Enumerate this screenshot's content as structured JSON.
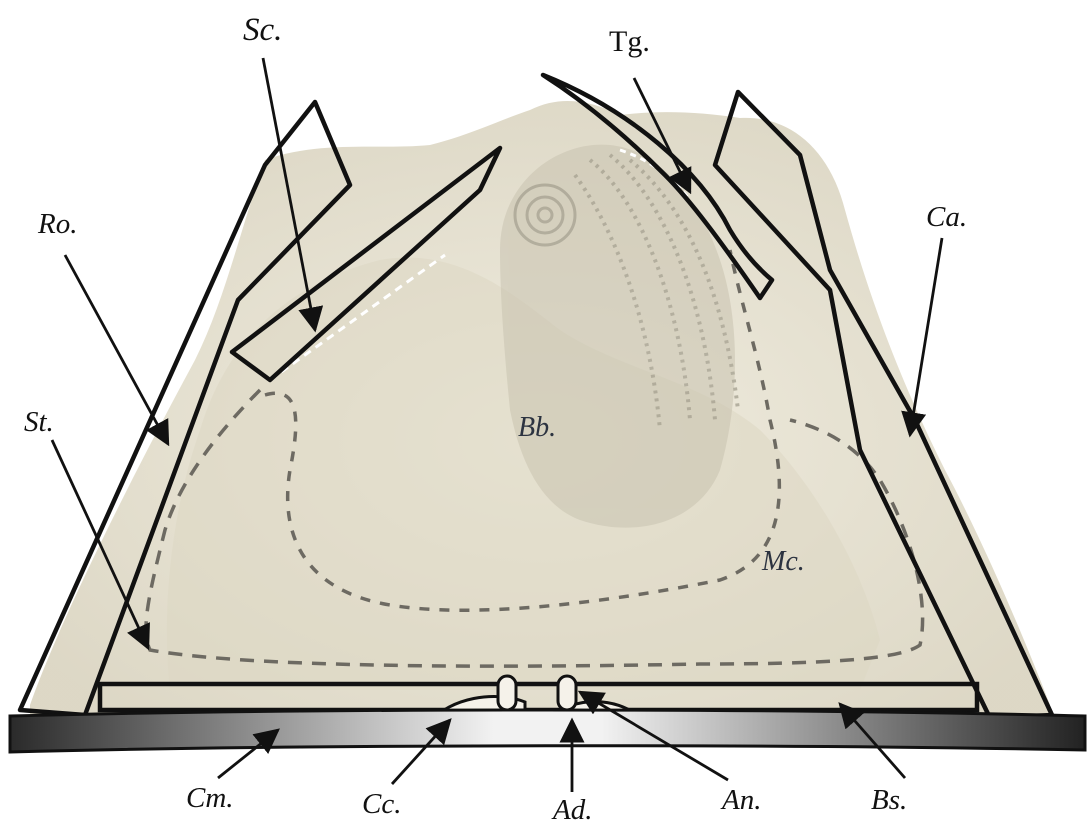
{
  "labels": {
    "sc": "Sc.",
    "tg": "Tg.",
    "ro": "Ro.",
    "ca": "Ca.",
    "st": "St.",
    "bb": "Bb.",
    "mc": "Mc.",
    "cm": "Cm.",
    "cc": "Cc.",
    "ad": "Ad.",
    "an": "An.",
    "bs": "Bs."
  },
  "colors": {
    "background": "#ffffff",
    "specimen": "#e9e4d3",
    "outline": "#111111",
    "dashed": "#6d6a62",
    "base_bar_dark": "#2a2a2a",
    "base_bar_light": "#f0f0f0"
  }
}
